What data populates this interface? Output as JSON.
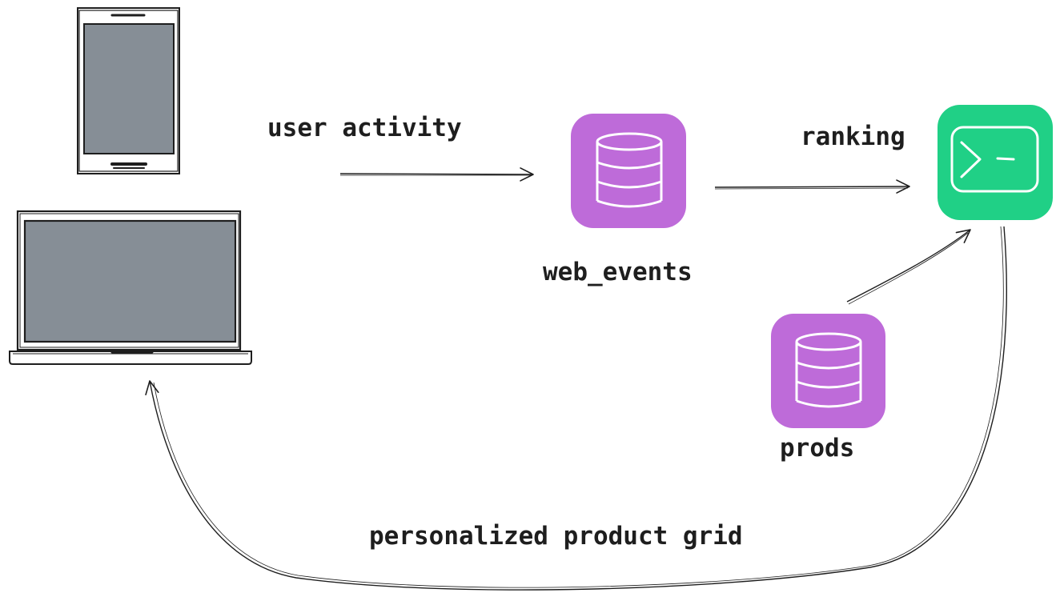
{
  "labels": {
    "user_activity": "user activity",
    "web_events": "web_events",
    "ranking": "ranking",
    "prods": "prods",
    "personalized_product_grid": "personalized product grid"
  },
  "colors": {
    "stroke": "#1e1e1e",
    "screen_fill": "#868e96",
    "database_fill": "#be6bd9",
    "service_fill": "#20d086",
    "icon_stroke": "#ffffff"
  },
  "icons": {
    "mobile_device": "phone-icon",
    "desktop_device": "laptop-icon",
    "web_events_store": "database-icon",
    "prods_store": "database-icon",
    "ranking_service": "terminal-icon"
  }
}
